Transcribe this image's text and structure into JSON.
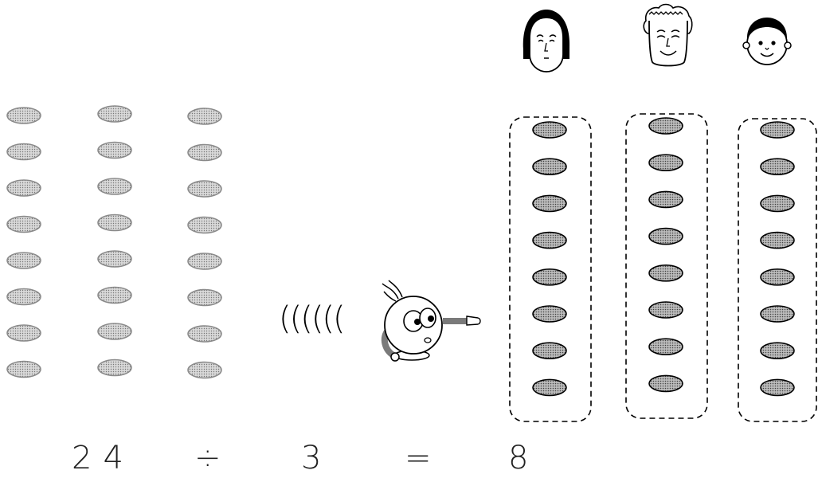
{
  "equation": {
    "dividend": "24",
    "divide_symbol": "÷",
    "divisor": "3",
    "equals_symbol": "=",
    "quotient": "8"
  },
  "pool": {
    "columns": 3,
    "per_column": 8,
    "count": 24
  },
  "groups": [
    {
      "person": "woman-face-icon",
      "count": 8
    },
    {
      "person": "man-face-icon",
      "count": 8
    },
    {
      "person": "child-face-icon",
      "count": 8
    }
  ],
  "character": "pointing-boy-icon",
  "colors": {
    "ink": "#000000",
    "bean_fill": "#cfcfcf",
    "pool_stroke": "#8a8a8a",
    "hand_gray": "#7a7a7a"
  }
}
